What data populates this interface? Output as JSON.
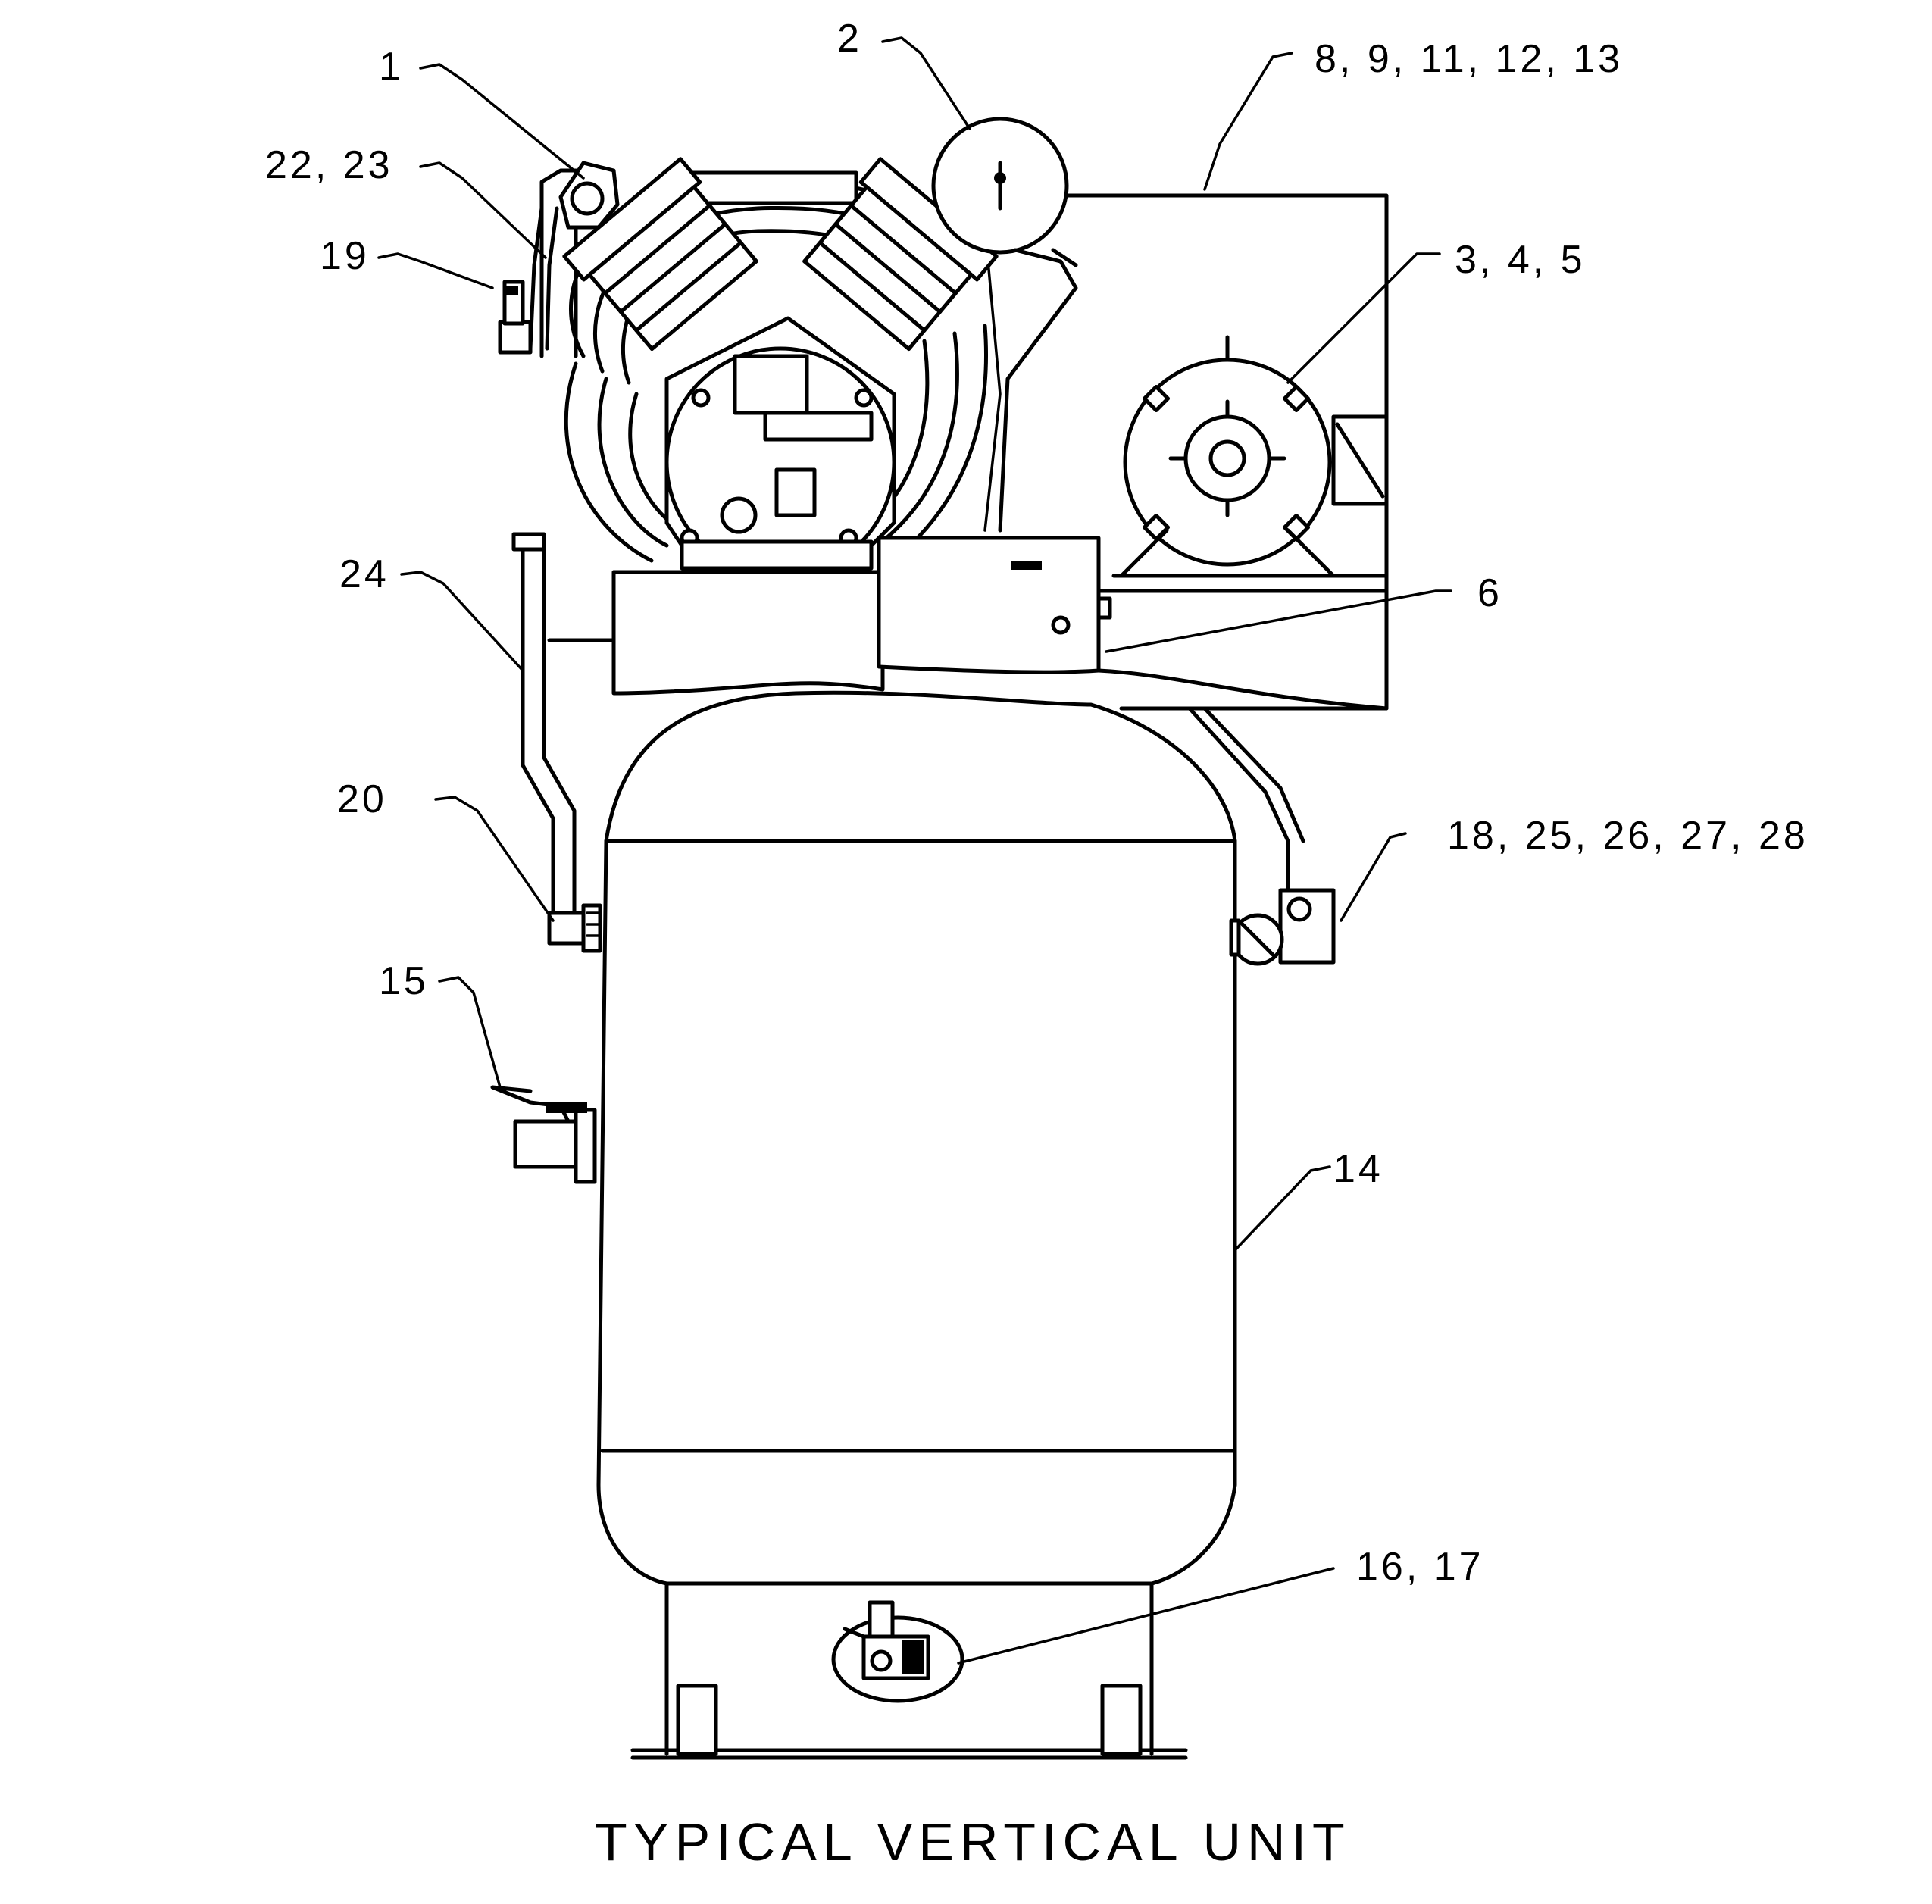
{
  "caption": "TYPICAL VERTICAL UNIT",
  "callouts": {
    "c1": "1",
    "c2": "2",
    "c8": "8, 9, 11, 12, 13",
    "c22": "22, 23",
    "c19": "19",
    "c3": "3, 4, 5",
    "c24": "24",
    "c6": "6",
    "c20": "20",
    "c18": "18, 25, 26, 27, 28",
    "c15": "15",
    "c14": "14",
    "c16": "16, 17"
  }
}
